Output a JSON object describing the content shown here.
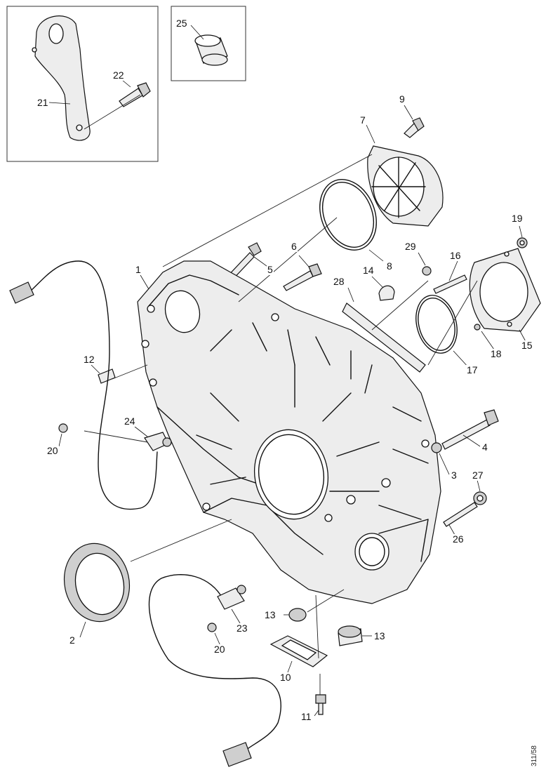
{
  "diagram": {
    "drawing_number": "311/58",
    "callouts": [
      "1",
      "2",
      "3",
      "4",
      "5",
      "6",
      "7",
      "8",
      "9",
      "10",
      "11",
      "12",
      "13",
      "13",
      "14",
      "15",
      "16",
      "17",
      "18",
      "19",
      "20",
      "20",
      "21",
      "22",
      "23",
      "24",
      "25",
      "26",
      "27",
      "28",
      "29"
    ]
  }
}
